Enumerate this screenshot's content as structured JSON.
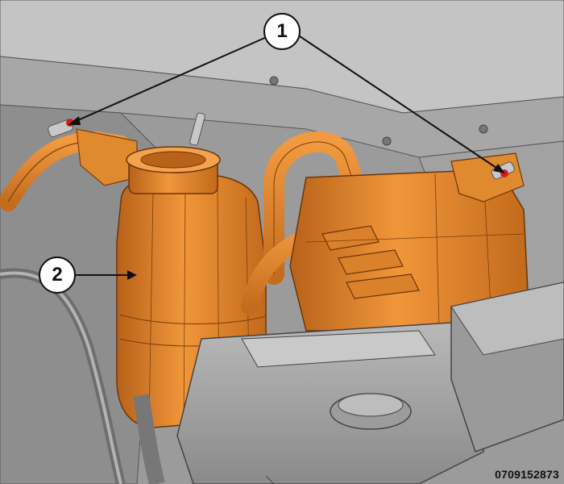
{
  "callouts": {
    "one": "1",
    "two": "2"
  },
  "figure_id": "0709152873",
  "colors": {
    "orange": "#e38524",
    "orange_dark": "#a85710",
    "gray": "#8c8c8c",
    "gray_light": "#bcbcbc",
    "gray_dark": "#5a5a5a",
    "red_marker": "#d81b1b"
  }
}
